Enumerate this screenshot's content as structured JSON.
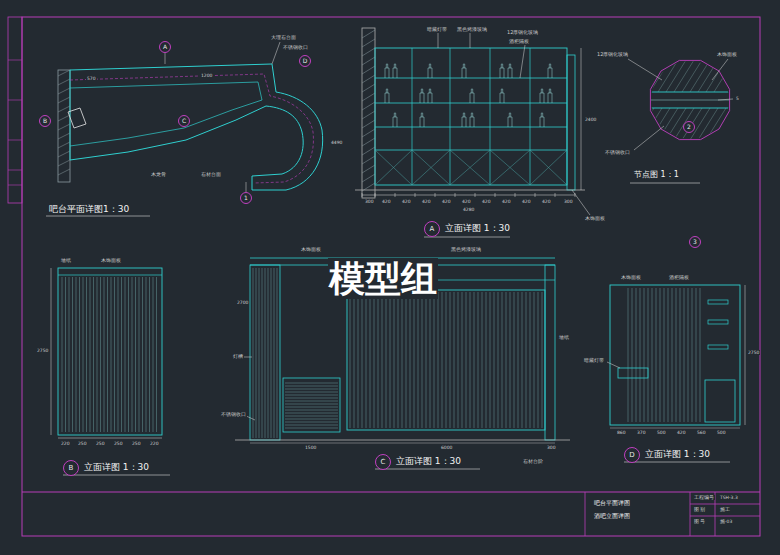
{
  "diagram": {
    "nodes": [
      {
        "text": [
          "A"
        ]
      },
      {
        "text": [
          "B"
        ]
      },
      {
        "text": [
          "C"
        ]
      },
      {
        "text": [
          "D"
        ]
      },
      {
        "text": [
          "1"
        ]
      },
      {
        "text": [
          "A"
        ]
      },
      {
        "text": [
          "2"
        ]
      },
      {
        "text": [
          "B"
        ]
      },
      {
        "text": [
          "C"
        ]
      },
      {
        "text": [
          "D"
        ]
      },
      {
        "text": [
          "3"
        ]
      }
    ],
    "labels": [
      "吧台平面详图1：30",
      "立面详图 1：30",
      "节点图 1：1",
      "立面详图 1：30",
      "立面详图 1：30",
      "立面详图 1：30",
      "模型组",
      "吧台平面详图",
      "酒吧立面详图",
      "工程编号",
      "TSH-3.3",
      "图 别",
      "施工",
      "图 号",
      "施-03",
      "300",
      "420",
      "420",
      "420",
      "420",
      "420",
      "420",
      "420",
      "420",
      "420",
      "300",
      "4280",
      "2400",
      "暗藏灯带",
      "黑色烤漆玻璃",
      "12厚钢化玻璃",
      "酒柜隔板",
      "木饰面板",
      "大理石台面",
      "不锈钢收口",
      "石材台面",
      "木龙骨",
      "570",
      "1200",
      "4490",
      "12厚钢化玻璃",
      "木饰面板",
      "不锈钢收口",
      "5",
      "墙纸",
      "木饰面板",
      "2750",
      "220",
      "250",
      "250",
      "250",
      "250",
      "220",
      "木饰面板",
      "黑色烤漆玻璃",
      "6000",
      "1500",
      "灯槽",
      "不锈钢收口",
      "墙纸",
      "石材台阶",
      "300",
      "2700",
      "木饰面板",
      "酒柜隔板",
      "暗藏灯带",
      "860",
      "370",
      "500",
      "420",
      "560",
      "500",
      "2750"
    ]
  }
}
